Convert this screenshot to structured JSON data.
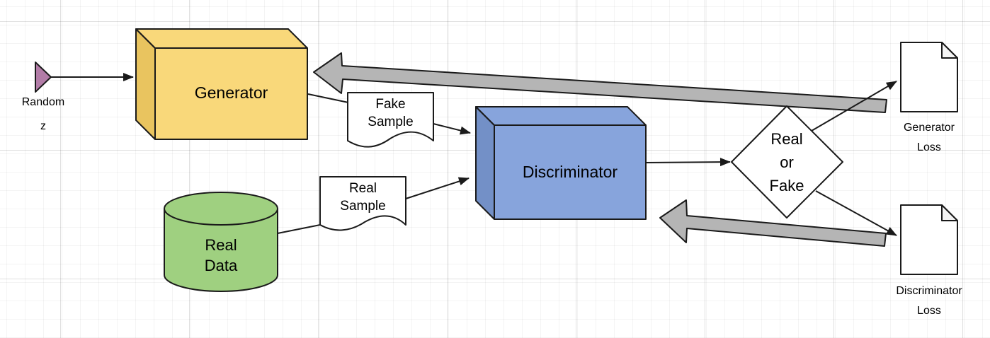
{
  "diagram": {
    "nodes": {
      "random_input": {
        "label": "Random\nz"
      },
      "generator": {
        "label": "Generator",
        "fill": "#F9D87A",
        "fill_dark": "#E9C45F"
      },
      "fake_sample": {
        "label": "Fake\nSample",
        "fill": "#FFFFFF"
      },
      "real_data": {
        "label": "Real\nData",
        "fill": "#9FD080"
      },
      "real_sample": {
        "label": "Real\nSample",
        "fill": "#FFFFFF"
      },
      "discriminator": {
        "label": "Discriminator",
        "fill": "#87A4DC",
        "fill_dark": "#7390C7"
      },
      "decision": {
        "label": "Real\nor\nFake",
        "fill": "#FFFFFF"
      },
      "generator_loss": {
        "label": "Generator\nLoss",
        "fill": "#FFFFFF"
      },
      "discriminator_loss": {
        "label": "Discriminator\nLoss",
        "fill": "#FFFFFF"
      }
    },
    "colors": {
      "random_triangle": "#B27CA7",
      "feedback_arrow": "#B5B5B5",
      "stroke": "#1A1A1A",
      "fold_fill": "#F4F4F4"
    }
  }
}
